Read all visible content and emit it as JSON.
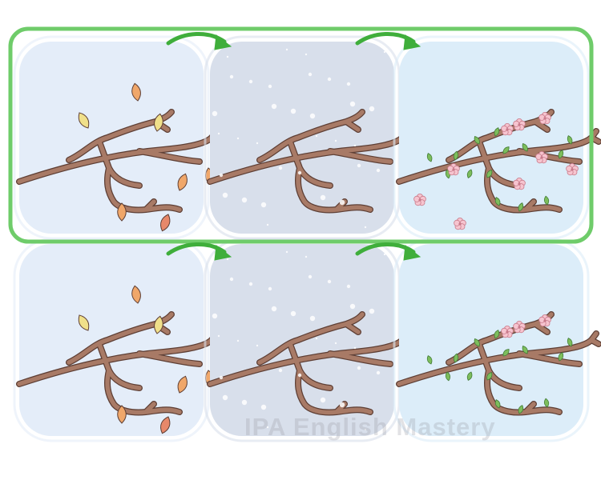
{
  "watermark": {
    "text": "IPA English Mastery"
  },
  "colors": {
    "background": "#ffffff",
    "autumn_panel": "#e4edf9",
    "winter_panel": "#d8dfeb",
    "spring_panel": "#dcedf9",
    "highlight_frame": "#6fcc6a",
    "arrow": "#3fae3b",
    "branch": "#a87a66",
    "branch_outline": "#5e3f35",
    "leaf_yellow": "#f0e08a",
    "leaf_orange": "#f0a76a",
    "leaf_red": "#e7886a",
    "leaf_green": "#7dbd5c",
    "blossom": "#f6c4cf",
    "snow": "#ffffff"
  },
  "rows": [
    {
      "highlighted": true,
      "panels": [
        {
          "season": "autumn",
          "branch_icon": "bare-branch-with-autumn-leaves"
        },
        {
          "season": "winter",
          "branch_icon": "bare-branch-in-snow"
        },
        {
          "season": "spring",
          "branch_icon": "branch-with-buds-and-blossoms",
          "blossom_count": 9
        }
      ]
    },
    {
      "highlighted": false,
      "panels": [
        {
          "season": "autumn",
          "branch_icon": "bare-branch-with-autumn-leaves"
        },
        {
          "season": "winter",
          "branch_icon": "bare-branch-in-snow"
        },
        {
          "season": "spring",
          "branch_icon": "branch-with-buds-and-blossoms",
          "blossom_count": 3
        }
      ]
    }
  ],
  "arrows": [
    {
      "icon": "curved-arrow-right-icon",
      "from": "autumn",
      "to": "winter"
    },
    {
      "icon": "curved-arrow-right-icon",
      "from": "winter",
      "to": "spring"
    }
  ]
}
